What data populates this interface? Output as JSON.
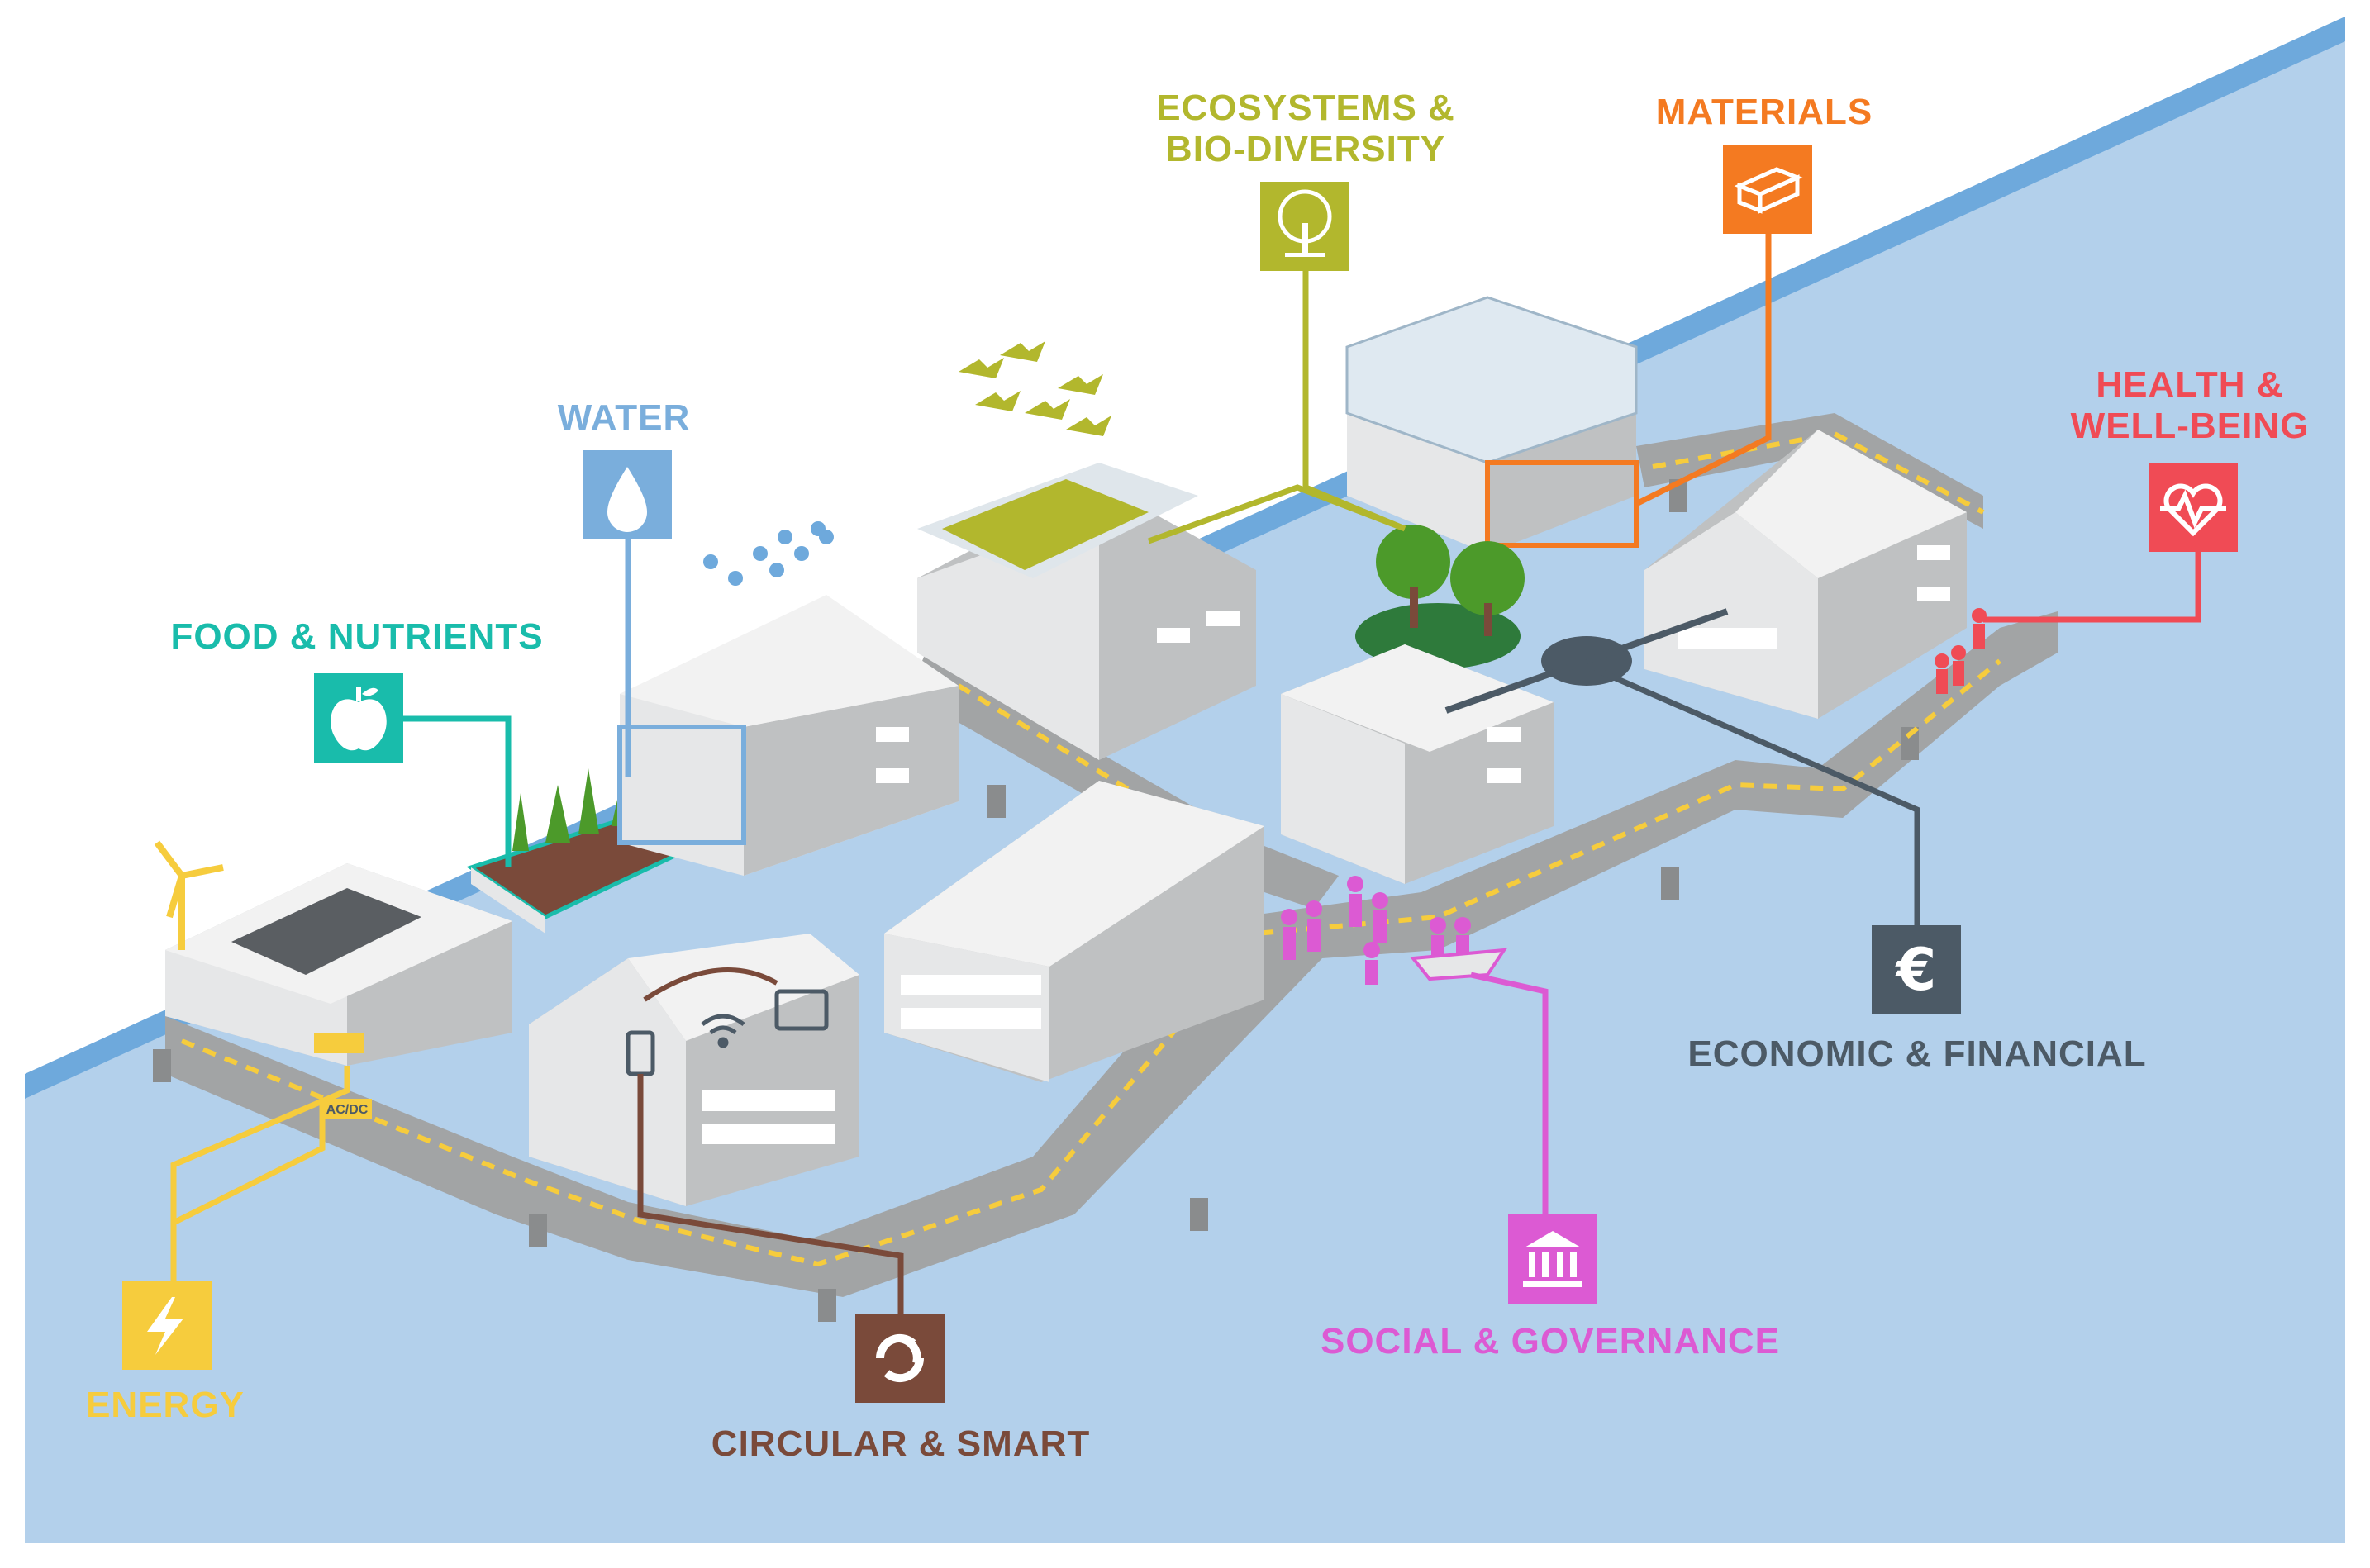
{
  "themes": {
    "energy": {
      "label": "ENERGY",
      "color": "#f6cc3d",
      "icon": "lightning-icon"
    },
    "circular": {
      "label": "CIRCULAR & SMART",
      "color": "#7a4a3a",
      "icon": "recycle-arrows-icon"
    },
    "social": {
      "label": "SOCIAL & GOVERNANCE",
      "color": "#dc5ad3",
      "icon": "institution-icon"
    },
    "economic": {
      "label": "ECONOMIC & FINANCIAL",
      "color": "#4c5a66",
      "icon": "euro-icon",
      "symbol": "€"
    },
    "health": {
      "label_line1": "HEALTH &",
      "label_line2": "WELL-BEING",
      "color": "#f04b55",
      "icon": "heartbeat-icon"
    },
    "materials": {
      "label": "MATERIALS",
      "color": "#f47a21",
      "icon": "brick-icon"
    },
    "ecosystems": {
      "label_line1": "ECOSYSTEMS &",
      "label_line2": "BIO-DIVERSITY",
      "color": "#b2b72d",
      "icon": "tree-icon"
    },
    "water": {
      "label": "WATER",
      "color": "#7aaedc",
      "icon": "water-drop-icon"
    },
    "food": {
      "label": "FOOD & NUTRIENTS",
      "color": "#19bcab",
      "icon": "apple-icon"
    }
  },
  "inverter_label": "AC/DC",
  "colors": {
    "water_body": "#b3d0eb",
    "water_edge": "#6ea9dc",
    "walkway": "#a2a4a5",
    "building_light": "#e6e7e8",
    "building_dark": "#bfc1c2",
    "building_roof": "#f2f2f2",
    "path_dash": "#f6cc3d"
  }
}
